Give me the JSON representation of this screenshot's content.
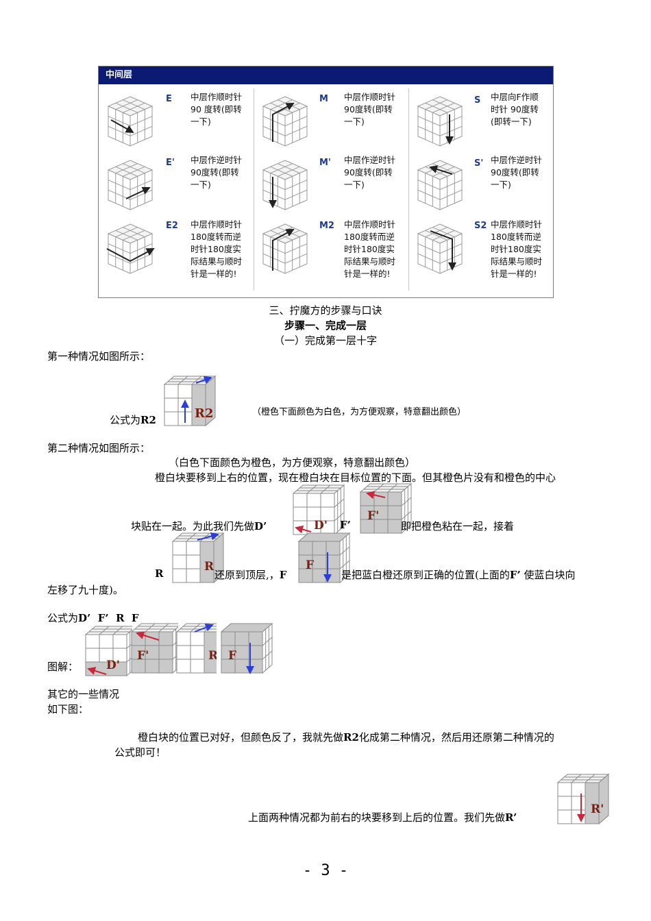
{
  "panel": {
    "header": "中间层",
    "moves": [
      {
        "code": "E",
        "desc": "中层作顺时针\n90 度转(即转\n一下)"
      },
      {
        "code": "E'",
        "desc": "中层作逆时针\n90度转(即转\n一下)"
      },
      {
        "code": "E2",
        "desc": "中层作顺时针\n180度转而逆\n时针180度实\n际结果与顺时\n针是一样的!"
      },
      {
        "code": "M",
        "desc": "中层作顺时针\n90度转(即转\n一下)"
      },
      {
        "code": "M'",
        "desc": "中层作逆时针\n90度转(即转\n一下)"
      },
      {
        "code": "M2",
        "desc": "中层作顺时针\n180度转而逆\n时针180度实\n际结果与顺时\n针是一样的!"
      },
      {
        "code": "S",
        "desc": "中层向F作顺\n时针 90度转\n(即转一下)"
      },
      {
        "code": "S'",
        "desc": "中层作逆时针\n90度转(即转\n一下)"
      },
      {
        "code": "S2",
        "desc": "中层作顺时针\n180度转而逆\n时针180度实\n际结果与顺时\n针是一样的!"
      }
    ]
  },
  "section": {
    "title": "三、拧魔方的步骤与口诀",
    "step": "步骤一、完成一层",
    "sub": "（一）完成第一层十字"
  },
  "case1": {
    "intro": "第一种情况如图所示：",
    "formula_prefix": "公式为",
    "formula": "R2",
    "cube_label": "R2",
    "note": "（橙色下面颜色为白色，为方便观察，特意翻出颜色）"
  },
  "case2": {
    "intro": "第二种情况如图所示：",
    "note": "（白色下面颜色为橙色，为方便观察，特意翻出颜色）",
    "para1": "橙白块要移到上右的位置，现在橙白块在目标位置的下面。但其橙色片没有和橙色的中心",
    "para2a": "块贴在一起。为此我们先做",
    "d_prime": "D’",
    "f_prime": "F’",
    "para2b": "即把橙色粘在一起，接着",
    "r": "R",
    "para3a": "还原到顶层,，",
    "f": "F",
    "para3b": "是把蓝白橙还原到正确的位置(上面的",
    "f_prime2": "F’",
    "para3c": "使蓝白块向",
    "para4": "左移了九十度)。",
    "formula_prefix": "公式为",
    "formula": "D’  F’  R  F",
    "diagram_label": "图解：",
    "cube_labels": [
      "D'",
      "F'",
      "R",
      "F"
    ]
  },
  "others": {
    "line1": "其它的一些情况",
    "line2": "如下图：",
    "para_a": "橙白块的位置已对好，但颜色反了，我就先做",
    "para_r2": "R2",
    "para_b": "化成第二种情况，然后用还原第二种情况的",
    "para_c": "公式即可！",
    "last_a": "上面两种情况都为前右的块要移到上后的位置。我们先做",
    "last_b": "R’",
    "cube_label": "R'"
  },
  "page_number": "- 3 -"
}
